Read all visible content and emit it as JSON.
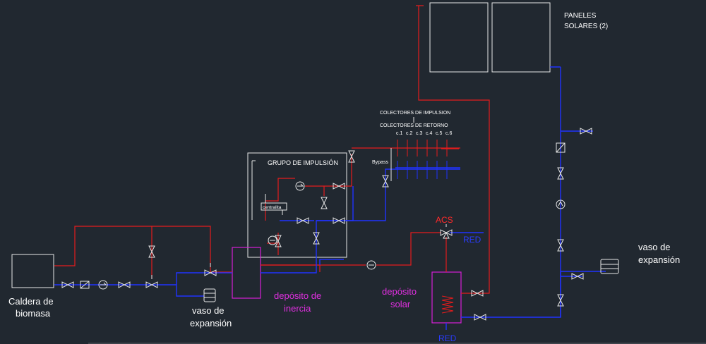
{
  "labels": {
    "caldera": [
      "Caldera de",
      "biomasa"
    ],
    "vaso_left": [
      "vaso de",
      "expansión"
    ],
    "vaso_right": [
      "vaso de",
      "expansión"
    ],
    "deposito_inercia": [
      "depósito de",
      "inercia"
    ],
    "deposito_solar": [
      "depósito",
      "solar"
    ],
    "paneles": [
      "PANELES",
      "SOLARES (2)"
    ],
    "grupo": "GRUPO DE IMPULSIÓN",
    "centralita": "centralita",
    "colectores_impulsion": "COLECTORES DE IMPULSION",
    "colectores_retorno": "COLECTORES DE RETORNO",
    "bypass": "Bypass",
    "circuits": [
      "c.1",
      "c.2",
      "c.3",
      "c.4",
      "c.5",
      "c.6"
    ],
    "acs": "ACS",
    "red_top": "RED",
    "red_bottom": "RED"
  },
  "colors": {
    "background": "#212830",
    "supply": "#e51c1c",
    "return": "#2032ff",
    "equipment": "#e8e8e8",
    "tank": "#d61fd6"
  }
}
